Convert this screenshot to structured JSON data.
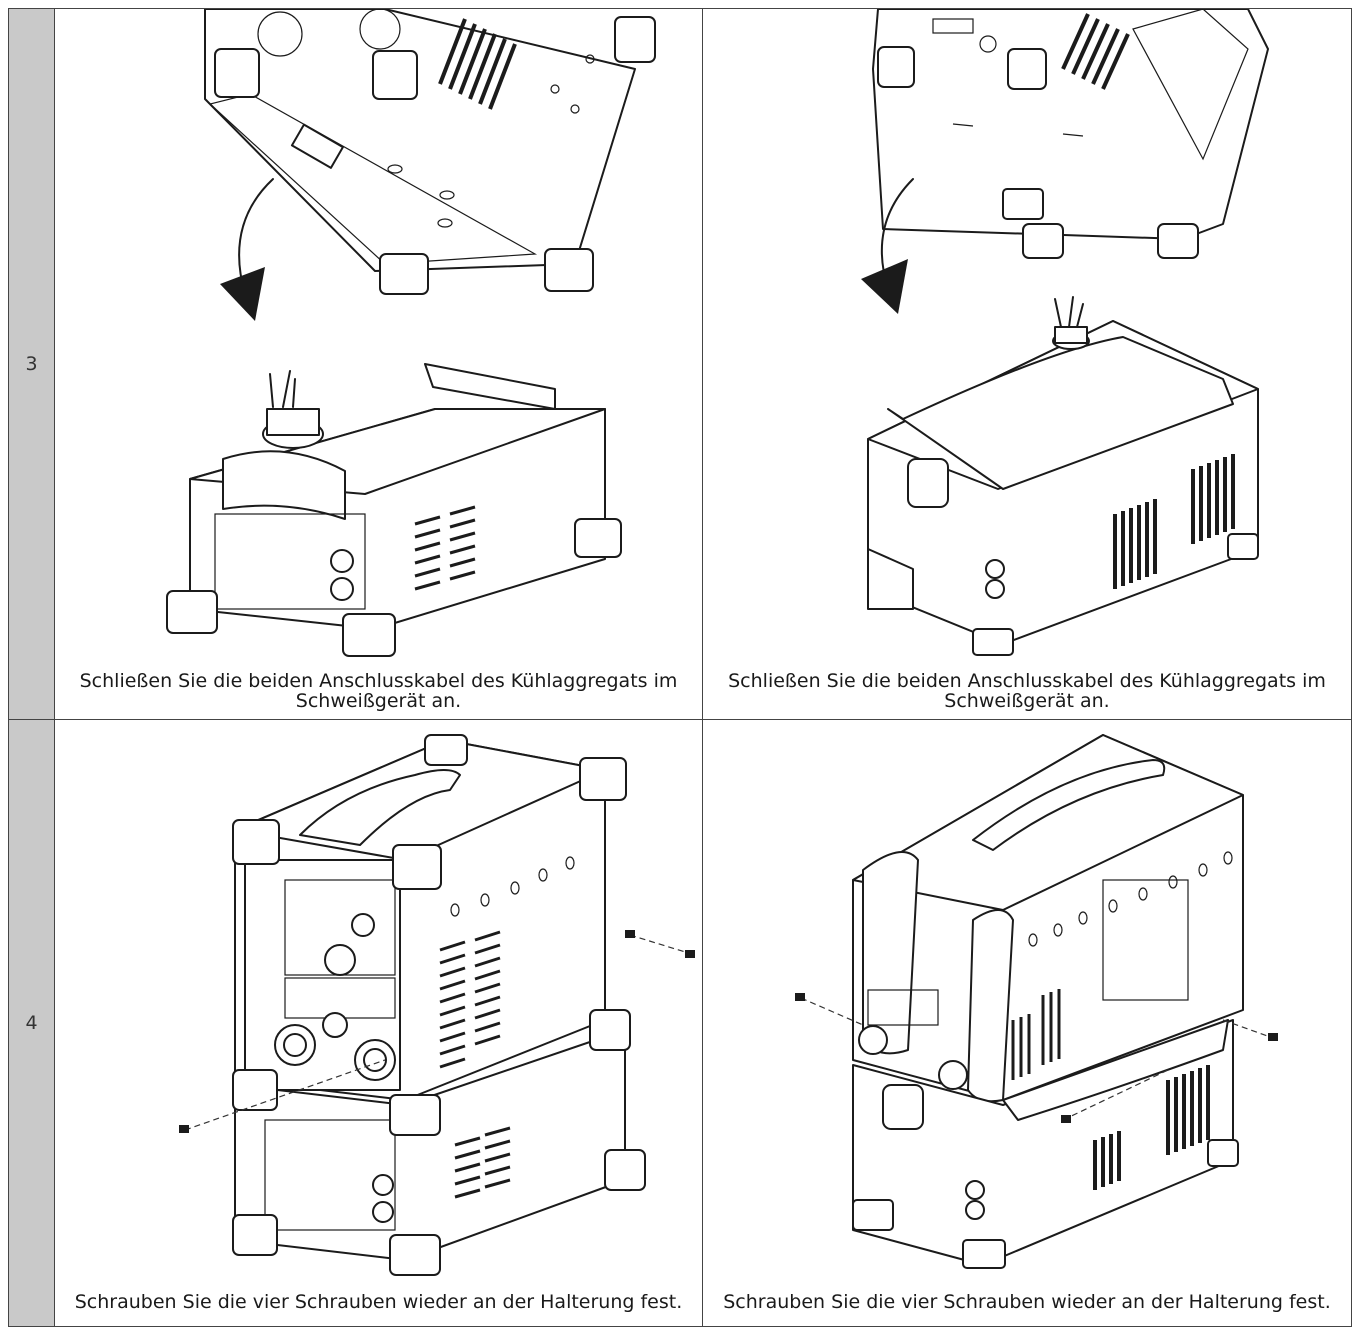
{
  "rows": [
    {
      "step": "3",
      "caption_left": "Schließen Sie die beiden Anschlusskabel des Kühlaggregats im Schweißgerät an.",
      "caption_right": "Schließen Sie die beiden Anschlusskabel des Kühlaggregats im Schweißgerät an."
    },
    {
      "step": "4",
      "caption_left": "Schrauben Sie die vier Schrauben wieder an der Halterung fest.",
      "caption_right": "Schrauben Sie die vier Schrauben wieder an der Halterung fest."
    }
  ]
}
